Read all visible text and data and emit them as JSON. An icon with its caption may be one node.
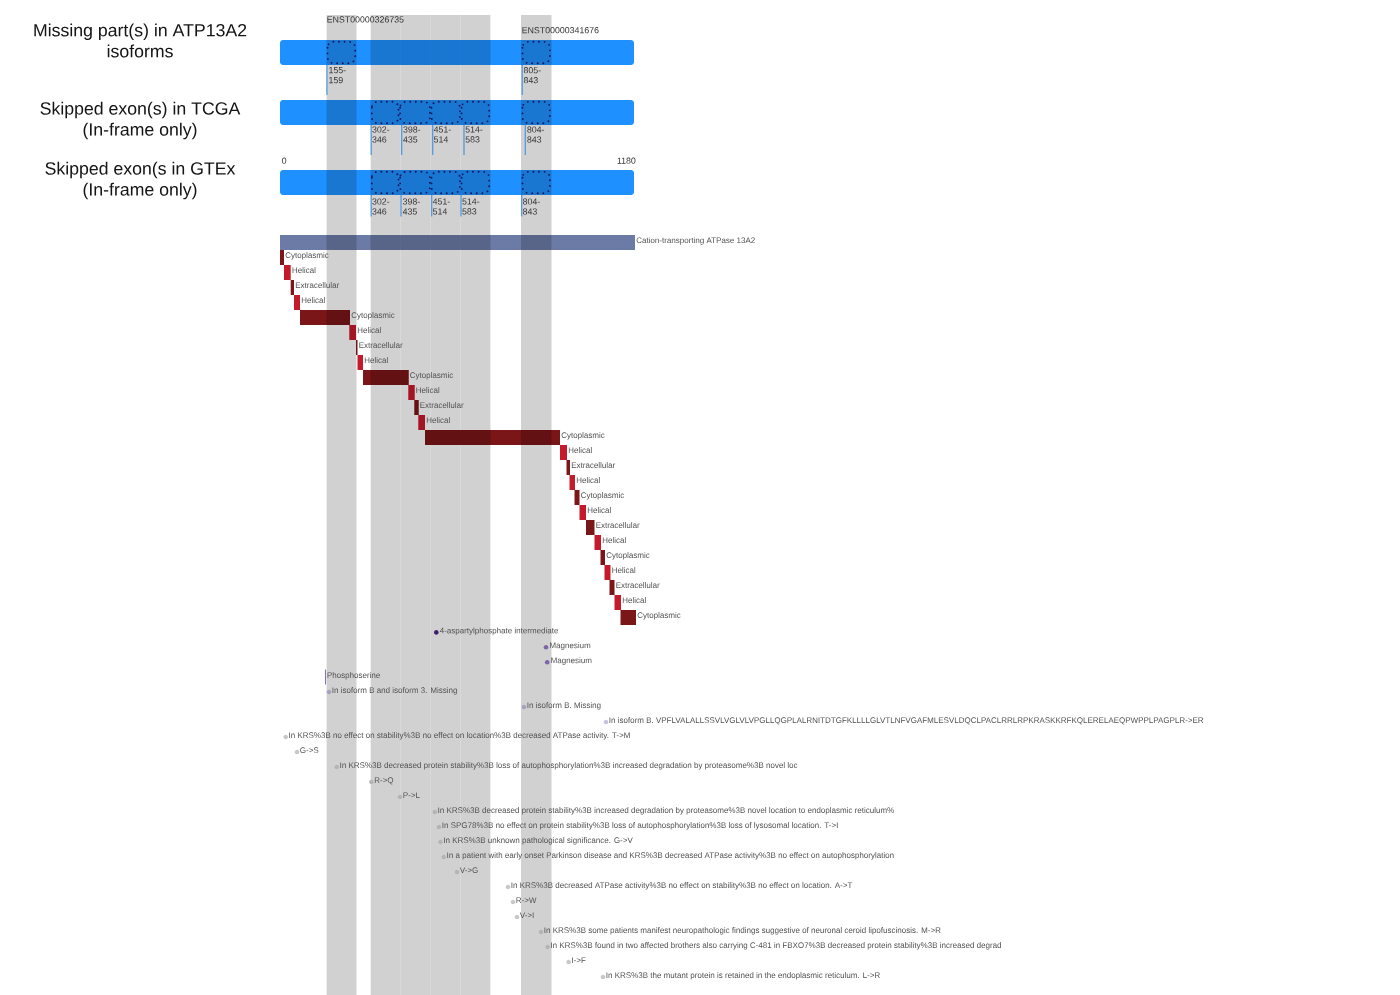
{
  "diagram": {
    "labels": [
      "Missing part(s) in ATP13A2 isoforms",
      "ENST00000326735",
      "ENST00000341676",
      "155-159",
      "805-843",
      "Skipped exon(s) in TCGA (In-frame only)",
      "302-346",
      "398-435",
      "451-514",
      "514-583",
      "804-843",
      "0",
      "1180",
      "Skipped exon(s in GTEx (In-frame only)",
      "302-346",
      "398-435",
      "451-514",
      "514-583",
      "804-843",
      "Cation-transporting ATPase 13A2",
      "Cytoplasmic",
      "Helical",
      "Extracellular",
      "Helical",
      "Cytoplasmic",
      "Helical",
      "Extracellular",
      "Helical",
      "Cytoplasmic",
      "Helical",
      "Extracellular",
      "Helical",
      "Cytoplasmic",
      "Helical",
      "Extracellular",
      "Helical",
      "Cytoplasmic",
      "Helical",
      "Extracellular",
      "Helical",
      "Cytoplasmic",
      "Helical",
      "Extracellular",
      "Helical",
      "Cytoplasmic",
      "4-aspartylphosphate intermediate",
      "Magnesium",
      "Magnesium",
      "Phosphoserine",
      "In isoform B and isoform 3. Missing",
      "In isoform B. Missing",
      "In isoform B. VPFLVALALLSSVLVGLVLVPGLLQGPLALRNITDTGFKLLLLGLVTLNFVGAFMLESVLDQCLPACLRRLRPKRASKKRFKQLERELAEQPWPPLPAGPLR->ER",
      "In KRS%3B no effect on stability%3B no effect on location%3B decreased ATPase activity. T->M",
      "G->S",
      "In KRS%3B decreased protein stability%3B loss of autophosphorylation%3B increased degradation by proteasome%3B novel loc",
      "R->Q",
      "P->L",
      "In KRS%3B decreased protein stability%3B increased degradation by proteasome%3B novel location to endoplasmic reticulum%",
      "In SPG78%3B no effect on protein stability%3B loss of autophosphorylation%3B loss of lysosomal location. T->I",
      "In KRS%3B unknown pathological significance. G->V",
      "In a patient with early onset Parkinson disease and KRS%3B decreased ATPase activity%3B no effect on autophosphorylation",
      "V->G",
      "In KRS%3B decreased ATPase activity%3B no effect on stability%3B no effect on location. A->T",
      "R->W",
      "V->I",
      "In KRS%3B some patients manifest neuropathologic findings suggestive of neuronal ceroid lipofuscinosis. M->R",
      "In KRS%3B found in two affected brothers also carrying C-481 in FBXO7%3B decreased protein stability%3B increased degrad",
      "I->F",
      "In KRS%3B the mutant protein is retained in the endoplasmic reticulum. L->R"
    ]
  }
}
